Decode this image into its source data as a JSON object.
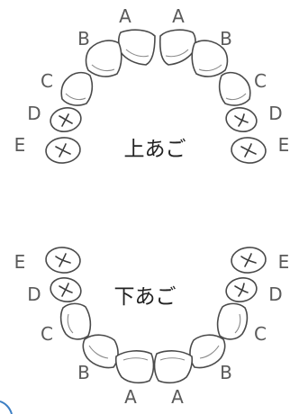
{
  "upper_jaw": {
    "label": "上あご",
    "letters": [
      "A",
      "A",
      "B",
      "B",
      "C",
      "C",
      "D",
      "D",
      "E",
      "E"
    ]
  },
  "lower_jaw": {
    "label": "下あご",
    "letters": [
      "E",
      "E",
      "D",
      "D",
      "C",
      "C",
      "B",
      "B",
      "A",
      "A"
    ]
  },
  "colors": {
    "tooth_outline": "#4a4a4a",
    "letter": "#5a5a5a",
    "accent_arc": "#3c7fc4"
  }
}
